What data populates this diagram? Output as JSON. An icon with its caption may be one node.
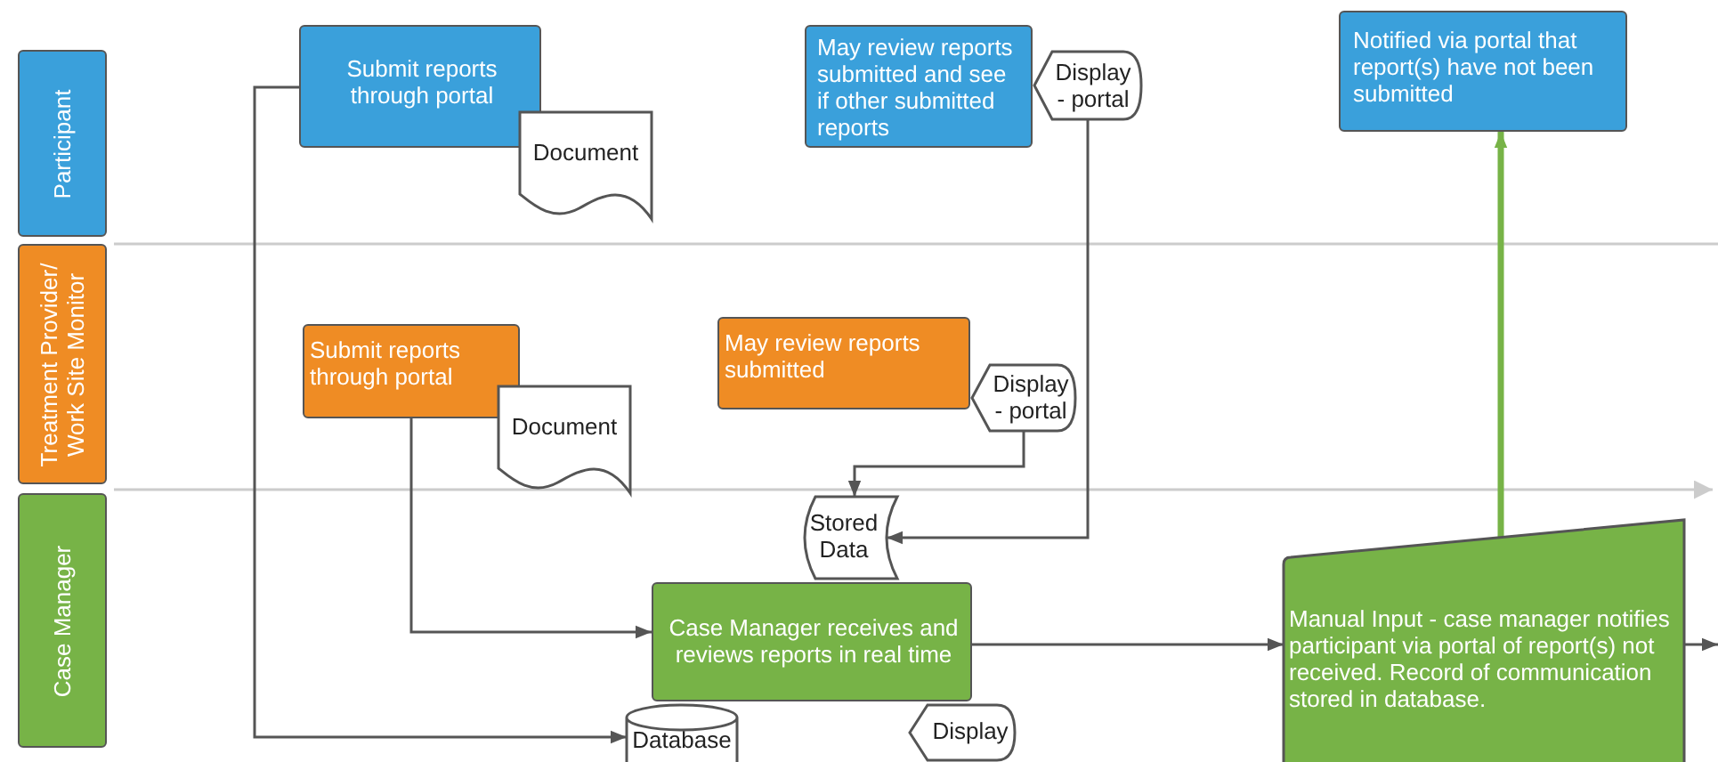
{
  "diagram": {
    "nodes": [
      {
        "text": [
          "Participant"
        ]
      },
      {
        "text": [
          "Treatment Provider/ Work Site Monitor"
        ]
      },
      {
        "text": [
          "Case Manager"
        ]
      },
      {
        "text": [
          "Submit reports through portal"
        ]
      },
      {
        "text": [
          "Document"
        ]
      },
      {
        "text": [
          "May review reports submitted and see if other submitted reports"
        ]
      },
      {
        "text": [
          "Display - portal"
        ]
      },
      {
        "text": [
          "Notified via portal that report(s) have not been submitted"
        ]
      },
      {
        "text": [
          "Submit reports through portal"
        ]
      },
      {
        "text": [
          "Document"
        ]
      },
      {
        "text": [
          "May review reports submitted"
        ]
      },
      {
        "text": [
          "Display - portal"
        ]
      },
      {
        "text": [
          "Stored Data"
        ]
      },
      {
        "text": [
          "Case Manager receives and reviews reports in real time"
        ]
      },
      {
        "text": [
          "Database"
        ]
      },
      {
        "text": [
          "Display"
        ]
      },
      {
        "text": [
          "Manual Input - case manager notifies participant via portal of report(s) not received.  Record of communication stored in database."
        ]
      }
    ],
    "edges": [
      {
        "from": 3,
        "to": 14,
        "arrow": "to"
      },
      {
        "from": 8,
        "to": 13,
        "arrow": "to"
      },
      {
        "from": 11,
        "to": 12,
        "arrow": "to"
      },
      {
        "from": 6,
        "to": 12,
        "arrow": "to"
      },
      {
        "from": 13,
        "to": 16,
        "arrow": "to"
      },
      {
        "from": 16,
        "to": 7,
        "arrow": "to",
        "style": "thick",
        "color": "#77b347"
      },
      {
        "from": 16,
        "to": null,
        "arrow": "to"
      }
    ]
  }
}
